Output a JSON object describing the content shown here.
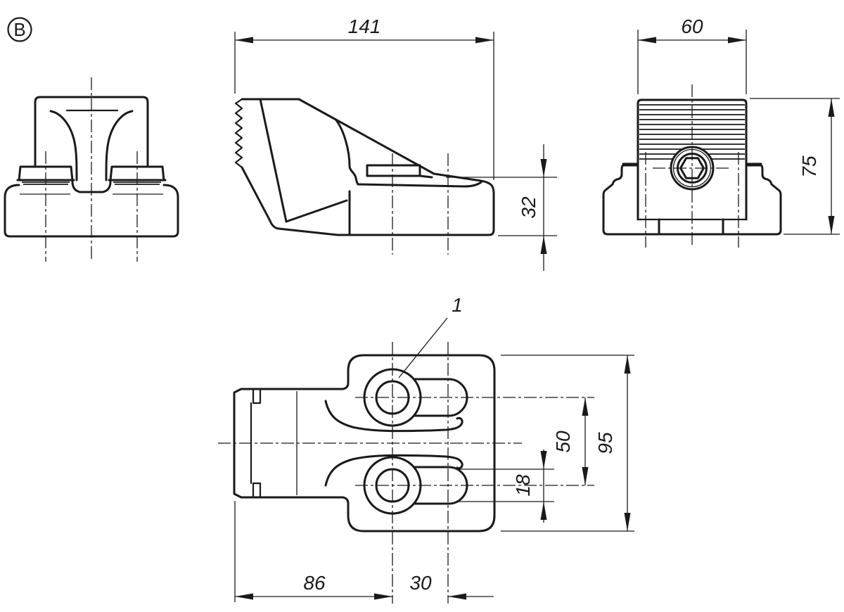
{
  "drawing": {
    "view_label": "B",
    "part_callout": "1",
    "colors": {
      "line": "#1a1a1a",
      "background": "#ffffff"
    },
    "dimensions": {
      "overall_length": "141",
      "base_height": "32",
      "jaw_width": "60",
      "overall_height": "75",
      "body_width": "95",
      "slot_center_distance": "50",
      "slot_width": "18",
      "face_to_slot_center": "86",
      "slot_length": "30"
    }
  }
}
